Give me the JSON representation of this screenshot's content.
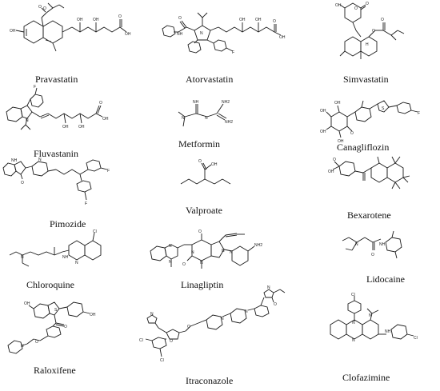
{
  "compounds": [
    {
      "name": "Pravastatin"
    },
    {
      "name": "Atorvastatin"
    },
    {
      "name": "Simvastatin"
    },
    {
      "name": "Fluvastanin"
    },
    {
      "name": "Metformin"
    },
    {
      "name": "Canagliflozin"
    },
    {
      "name": "Pimozide"
    },
    {
      "name": "Valproate"
    },
    {
      "name": "Bexarotene"
    },
    {
      "name": "Chloroquine"
    },
    {
      "name": "Linagliptin"
    },
    {
      "name": "Lidocaine"
    },
    {
      "name": "Raloxifene"
    },
    {
      "name": "Itraconazole"
    },
    {
      "name": "Clofazimine"
    }
  ],
  "atom_labels": {
    "oh": "OH",
    "o": "O",
    "n": "N",
    "f": "F",
    "cl": "Cl",
    "nh": "NH",
    "nh2": "NH2",
    "h": "H",
    "s": "S"
  }
}
